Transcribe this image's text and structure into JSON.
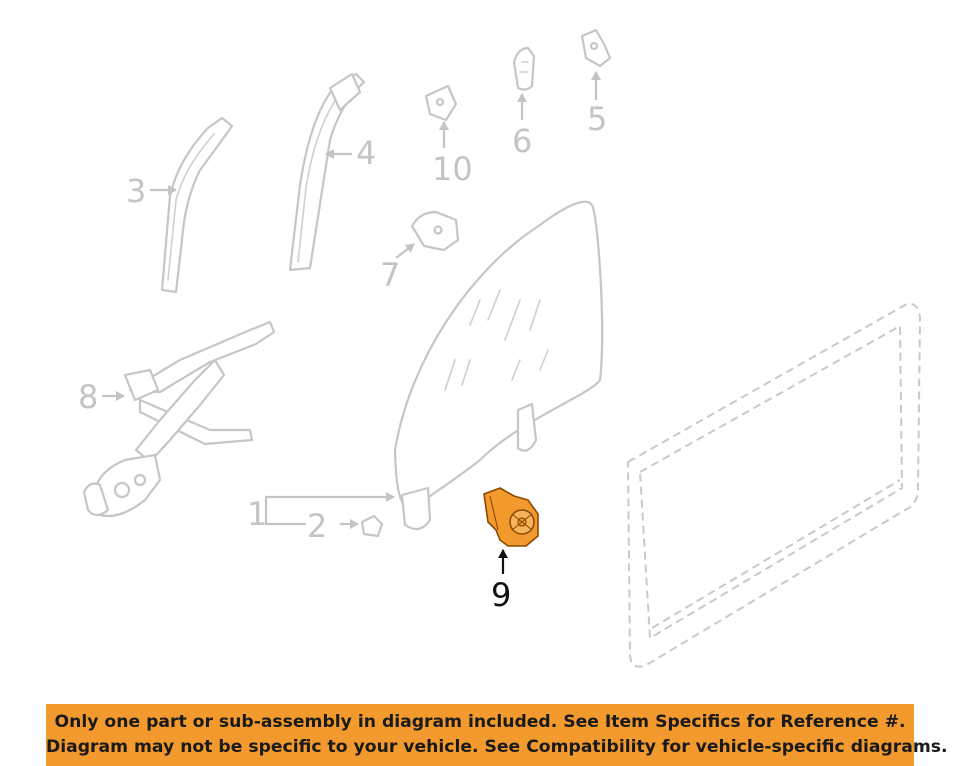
{
  "callouts": {
    "c1": "1",
    "c2": "2",
    "c3": "3",
    "c4": "4",
    "c5": "5",
    "c6": "6",
    "c7": "7",
    "c8": "8",
    "c9": "9",
    "c10": "10"
  },
  "highlight": {
    "part": "9",
    "color": "#f39a2e"
  },
  "banner": {
    "line1": "Only one part or sub-assembly in diagram included. See Item Specifics for Reference #.",
    "line2": "Diagram may not be specific to your vehicle. See Compatibility for vehicle-specific diagrams.",
    "background": "#f39a2e"
  }
}
